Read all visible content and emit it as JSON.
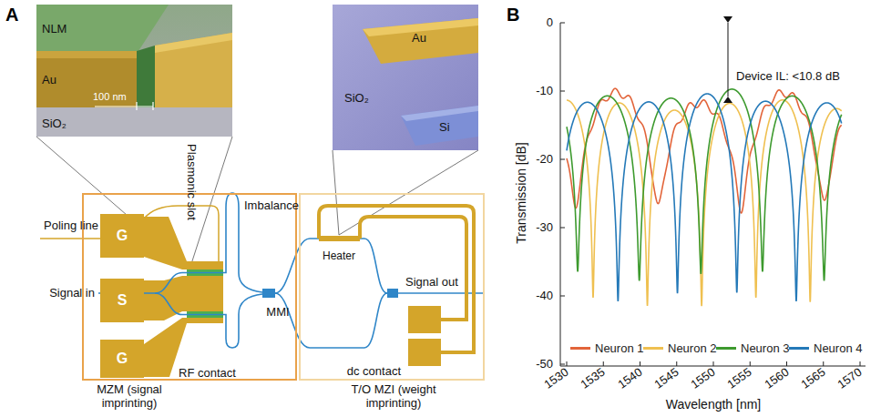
{
  "diagram": {
    "nodes": [
      {
        "text": [
          "MZM (signal imprinting)"
        ]
      },
      {
        "text": [
          "G"
        ],
        "in": 0
      },
      {
        "text": [
          "S"
        ],
        "in": 0
      },
      {
        "text": [
          "G"
        ],
        "in": 0
      },
      {
        "text": [
          "T/O MZI (weight imprinting)"
        ]
      }
    ],
    "labels": [
      "A",
      "B",
      "NLM",
      "Au",
      "100 nm",
      "SiO₂",
      "Plasmonic slot",
      "Imbalance",
      "Poling line",
      "Signal in",
      "RF contact",
      "MMI",
      "Heater",
      "Au",
      "SiO₂",
      "Si",
      "Signal out",
      "dc contact",
      "Device IL: <10.8 dB",
      "Transmission [dB]",
      "Wavelength [nm]",
      "0",
      "-10",
      "-20",
      "-30",
      "-40",
      "-50",
      "1530",
      "1535",
      "1540",
      "1545",
      "1550",
      "1555",
      "1560",
      "1565",
      "1570"
    ],
    "legend": [
      {
        "text": "Neuron 1",
        "color": "#e2643a"
      },
      {
        "text": "Neuron 2",
        "color": "#efc050"
      },
      {
        "text": "Neuron 3",
        "color": "#3d9a2e"
      },
      {
        "text": "Neuron 4",
        "color": "#2479b8"
      }
    ]
  }
}
